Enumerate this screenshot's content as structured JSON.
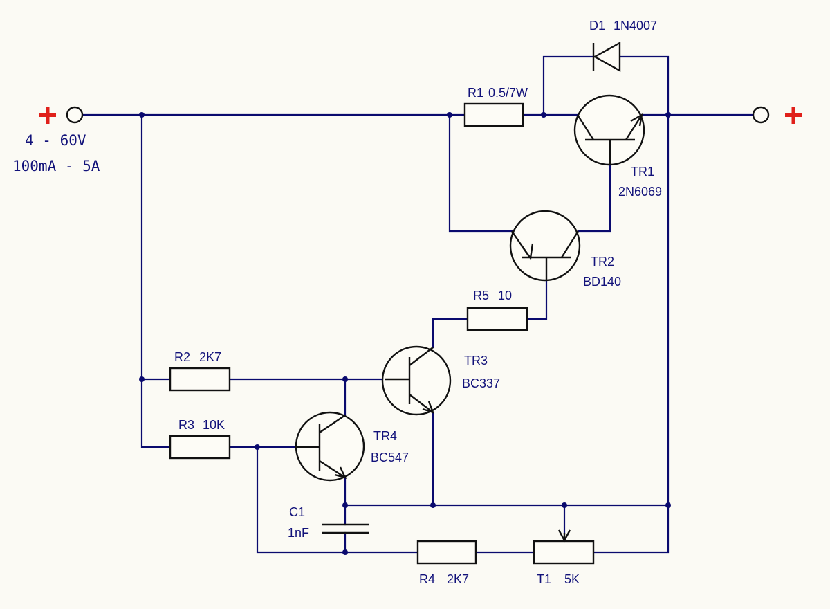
{
  "input": {
    "range_voltage": "4 - 60V",
    "range_current": "100mA - 5A"
  },
  "components": {
    "D1": {
      "ref": "D1",
      "value": "1N4007"
    },
    "R1": {
      "ref": "R1",
      "value": "0.5/7W"
    },
    "TR1": {
      "ref": "TR1",
      "value": "2N6069"
    },
    "TR2": {
      "ref": "TR2",
      "value": "BD140"
    },
    "R5": {
      "ref": "R5",
      "value": "10"
    },
    "TR3": {
      "ref": "TR3",
      "value": "BC337"
    },
    "R2": {
      "ref": "R2",
      "value": "2K7"
    },
    "R3": {
      "ref": "R3",
      "value": "10K"
    },
    "TR4": {
      "ref": "TR4",
      "value": "BC547"
    },
    "C1": {
      "ref": "C1",
      "value": "1nF"
    },
    "R4": {
      "ref": "R4",
      "value": "2K7"
    },
    "T1": {
      "ref": "T1",
      "value": "5K"
    }
  },
  "colors": {
    "wire": "#0a0a6e",
    "component": "#111111",
    "label": "#12127a",
    "terminal_plus": "#e0201a",
    "background": "#fbfaf4"
  }
}
